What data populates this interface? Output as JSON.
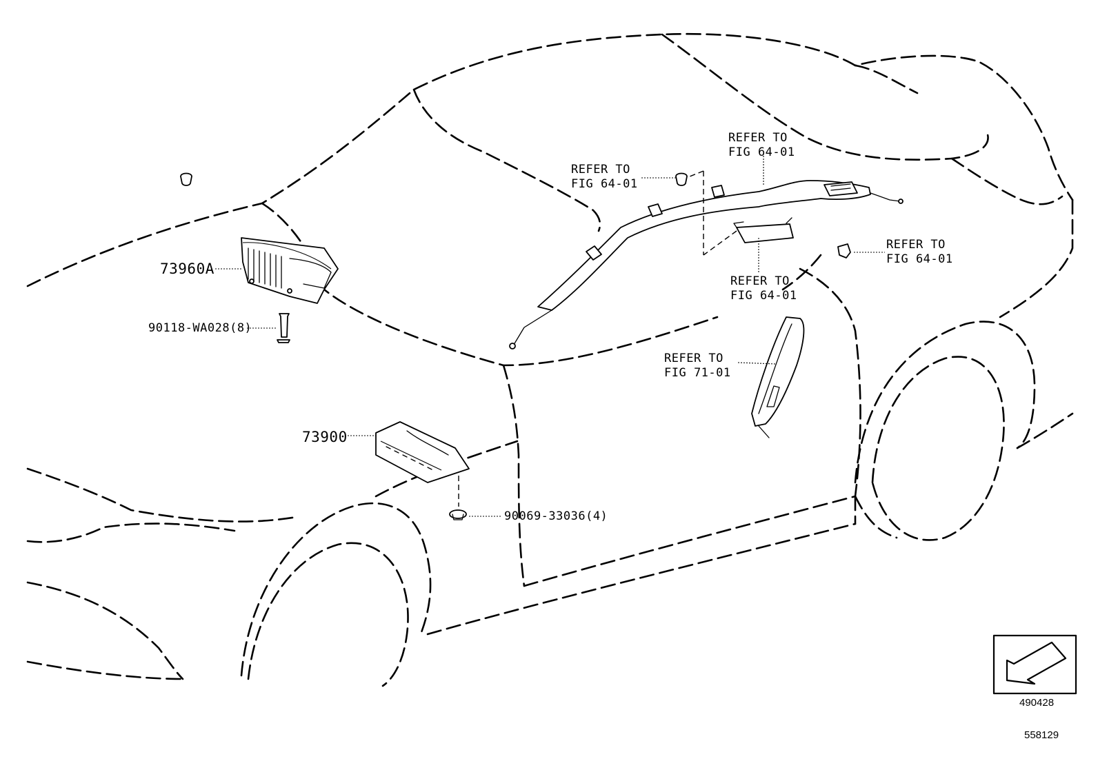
{
  "callouts": {
    "airbag_passenger": "73960A",
    "bolt": "90118-WA028(8)",
    "airbag_knee": "73900",
    "clip": "90069-33036(4)",
    "refer_top_left": [
      "REFER TO",
      "FIG 64-01"
    ],
    "refer_top_right": [
      "REFER TO",
      "FIG 64-01"
    ],
    "refer_mid_center": [
      "REFER TO",
      "FIG 64-01"
    ],
    "refer_mid_right": [
      "REFER TO",
      "FIG 64-01"
    ],
    "refer_seat": [
      "REFER TO",
      "FIG 71-01"
    ]
  },
  "footer": {
    "view_code": "490428",
    "figure_code": "558129"
  },
  "icons": {
    "view_arrow": "view-direction-arrow-icon"
  }
}
